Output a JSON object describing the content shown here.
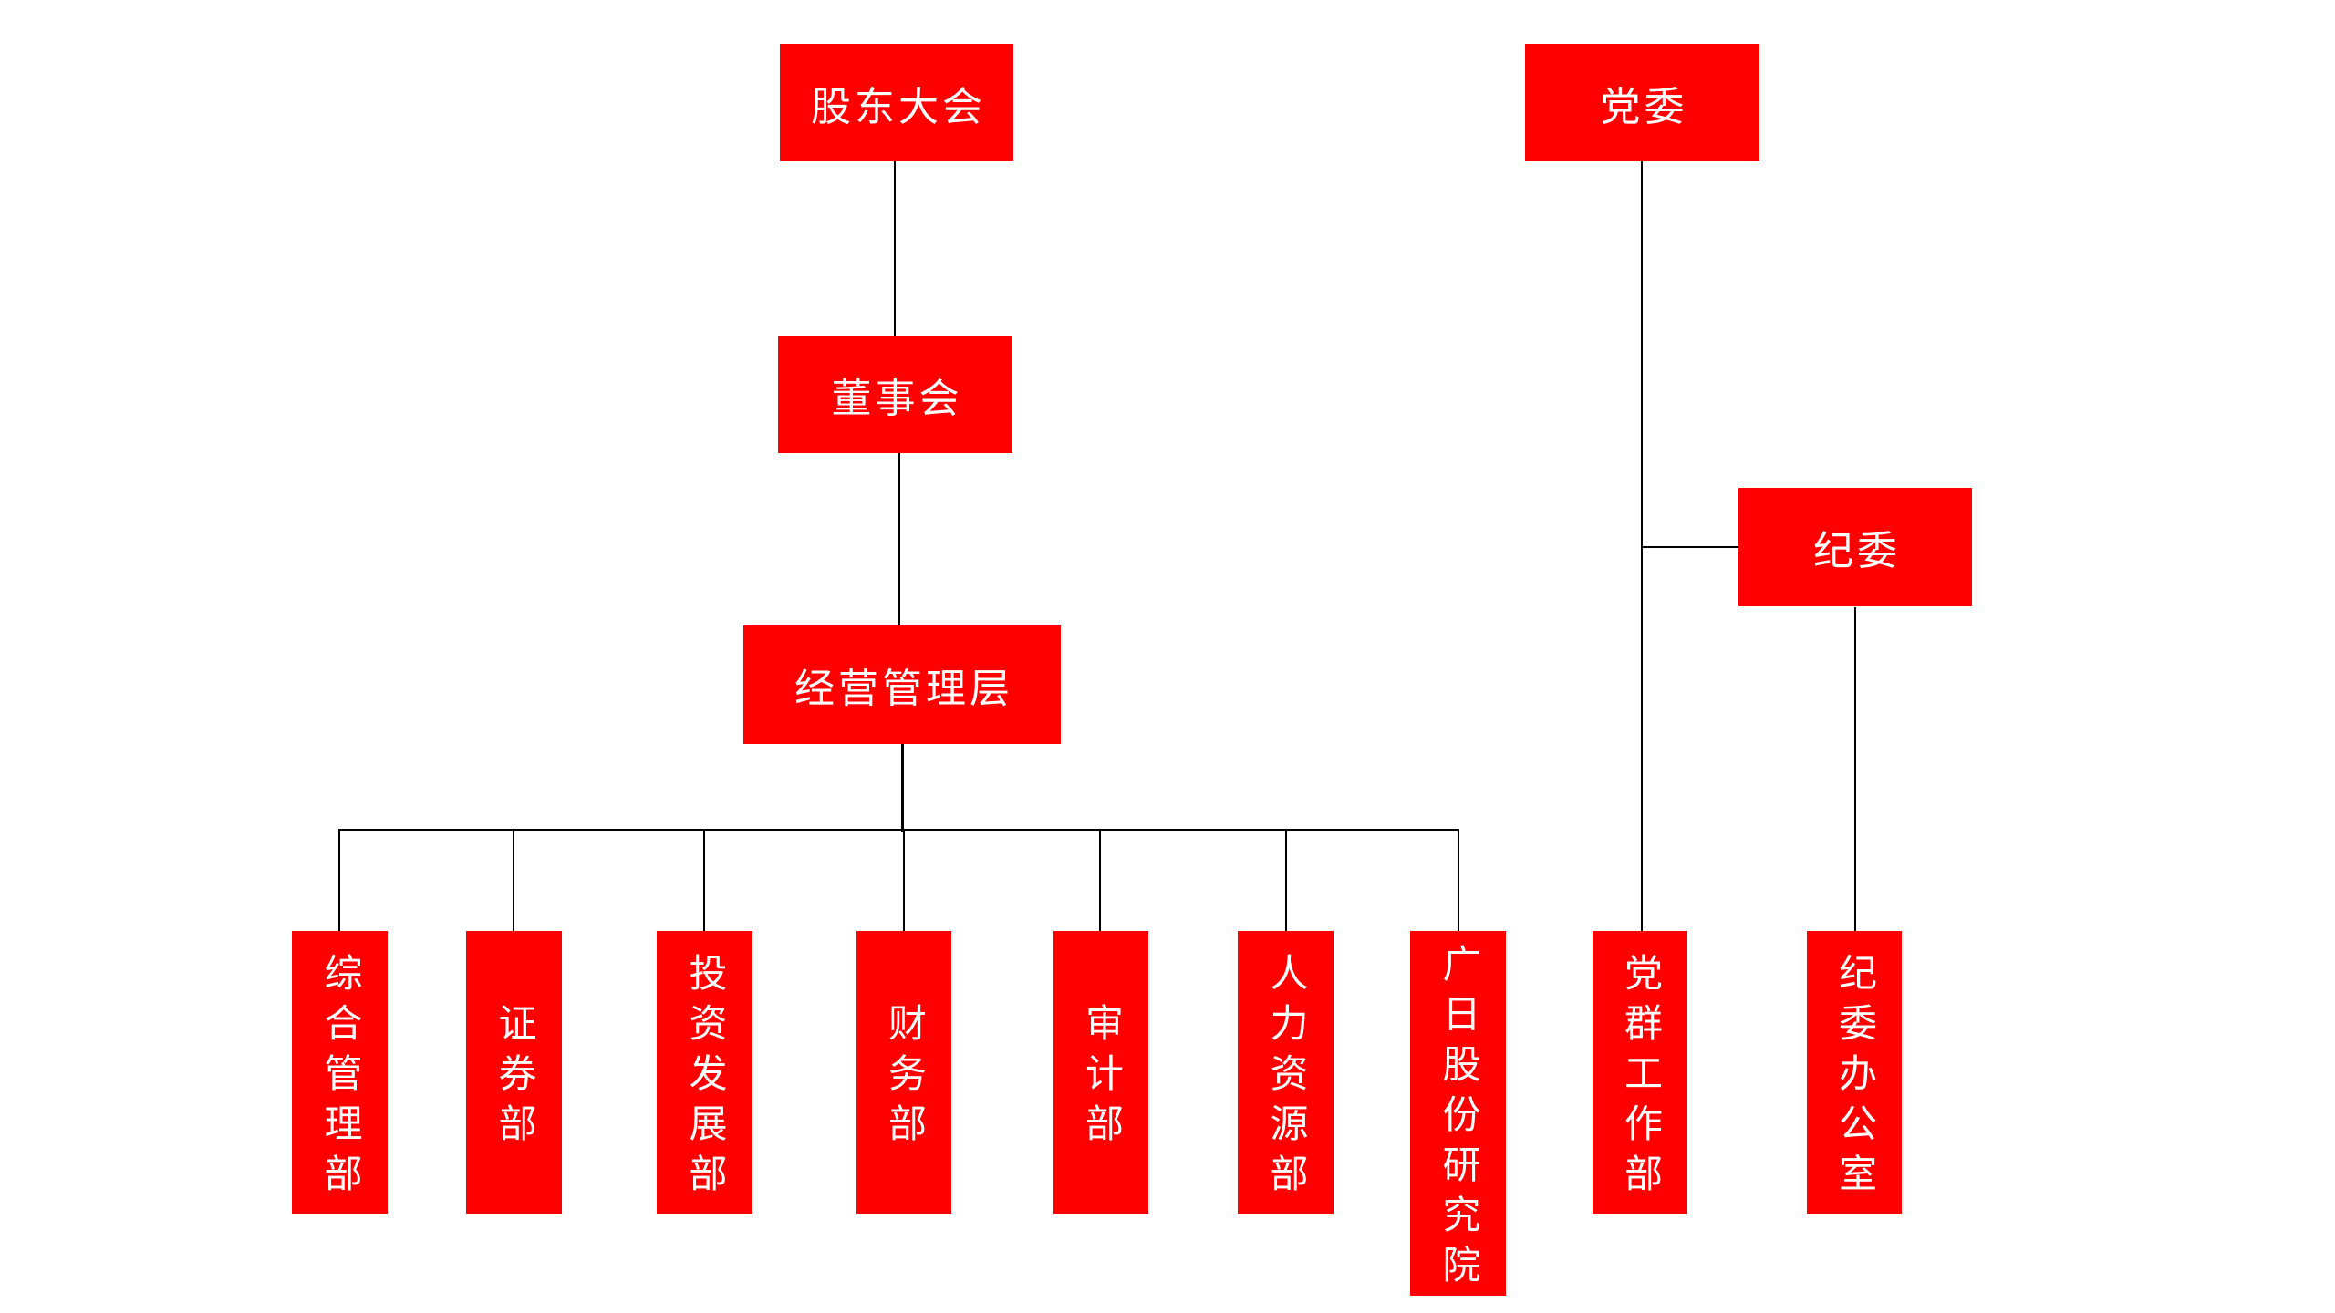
{
  "colors": {
    "background": "#FFFFFF",
    "box_fill": "#FF0000",
    "box_text": "#FFFFFF",
    "line": "#000000"
  },
  "org_chart": {
    "type": "diagram",
    "nodes": [
      {
        "id": "shareholders-meeting",
        "label": "股东大会",
        "level": 1,
        "branch": "corporate"
      },
      {
        "id": "board-of-directors",
        "label": "董事会",
        "level": 2,
        "branch": "corporate"
      },
      {
        "id": "management-layer",
        "label": "经营管理层",
        "level": 3,
        "branch": "corporate"
      },
      {
        "id": "party-committee",
        "label": "党委",
        "level": 1,
        "branch": "party"
      },
      {
        "id": "discipline-committee",
        "label": "纪委",
        "level": 2,
        "branch": "party"
      },
      {
        "id": "general-management-dept",
        "label": "综合管理部",
        "level": 4,
        "branch": "corporate"
      },
      {
        "id": "securities-dept",
        "label": "证券部",
        "level": 4,
        "branch": "corporate"
      },
      {
        "id": "investment-development-dept",
        "label": "投资发展部",
        "level": 4,
        "branch": "corporate"
      },
      {
        "id": "finance-dept",
        "label": "财务部",
        "level": 4,
        "branch": "corporate"
      },
      {
        "id": "audit-dept",
        "label": "审计部",
        "level": 4,
        "branch": "corporate"
      },
      {
        "id": "human-resources-dept",
        "label": "人力资源部",
        "level": 4,
        "branch": "corporate"
      },
      {
        "id": "guangri-research-institute",
        "label": "广日股份研究院",
        "level": 4,
        "branch": "corporate"
      },
      {
        "id": "party-mass-work-dept",
        "label": "党群工作部",
        "level": 4,
        "branch": "party"
      },
      {
        "id": "discipline-committee-office",
        "label": "纪委办公室",
        "level": 4,
        "branch": "party"
      }
    ],
    "edges": [
      {
        "from": "shareholders-meeting",
        "to": "board-of-directors"
      },
      {
        "from": "board-of-directors",
        "to": "management-layer"
      },
      {
        "from": "management-layer",
        "to": "general-management-dept"
      },
      {
        "from": "management-layer",
        "to": "securities-dept"
      },
      {
        "from": "management-layer",
        "to": "investment-development-dept"
      },
      {
        "from": "management-layer",
        "to": "finance-dept"
      },
      {
        "from": "management-layer",
        "to": "audit-dept"
      },
      {
        "from": "management-layer",
        "to": "human-resources-dept"
      },
      {
        "from": "management-layer",
        "to": "guangri-research-institute"
      },
      {
        "from": "party-committee",
        "to": "discipline-committee"
      },
      {
        "from": "party-committee",
        "to": "party-mass-work-dept"
      },
      {
        "from": "discipline-committee",
        "to": "discipline-committee-office"
      }
    ]
  }
}
